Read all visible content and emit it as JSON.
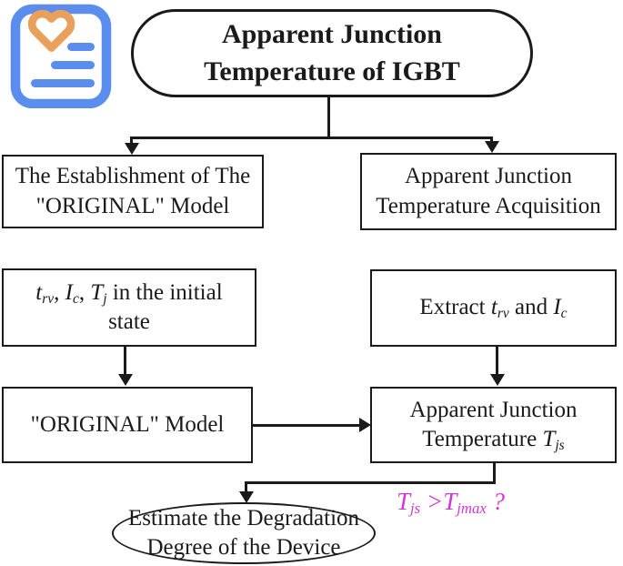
{
  "colors": {
    "line": "#1a1a1a",
    "icon_frame": "#5b8def",
    "icon_heart": "#e9a05b",
    "condition_text": "#cf39d3"
  },
  "icon": {
    "semantic": "health-report-icon",
    "frame_color": "#5b8def",
    "heart_color": "#e9a05b",
    "line_color": "#5b8def"
  },
  "title": {
    "line1": "Apparent Junction",
    "line2": "Temperature of IGBT"
  },
  "boxes": {
    "establish": {
      "line1": "The Establishment of The",
      "line2": "\"ORIGINAL\" Model"
    },
    "acquire": {
      "line1": "Apparent Junction",
      "line2": "Temperature Acquisition"
    },
    "initial": {
      "t": "t",
      "t_sub": "rv",
      "sep1": ", ",
      "i": "I",
      "i_sub": "c",
      "sep2": ", ",
      "T": "T",
      "T_sub": "j",
      "rest": " in the initial",
      "line2": "state"
    },
    "extract": {
      "pre": "Extract ",
      "t": "t",
      "t_sub": "rv",
      "mid": " and ",
      "i": "I",
      "i_sub": "c"
    },
    "model": {
      "line1": "\"ORIGINAL\" Model"
    },
    "appjs": {
      "line1": "Apparent Junction",
      "line2_pre": "Temperature ",
      "T": "T",
      "T_sub": "js"
    }
  },
  "terminal": {
    "line1": "Estimate the Degradation",
    "line2": "Degree of the Device"
  },
  "condition": {
    "T1": "T",
    "s1": "js",
    "op": " >",
    "T2": "T",
    "s2": "jmax",
    "q": " ?",
    "color": "#cf39d3"
  }
}
